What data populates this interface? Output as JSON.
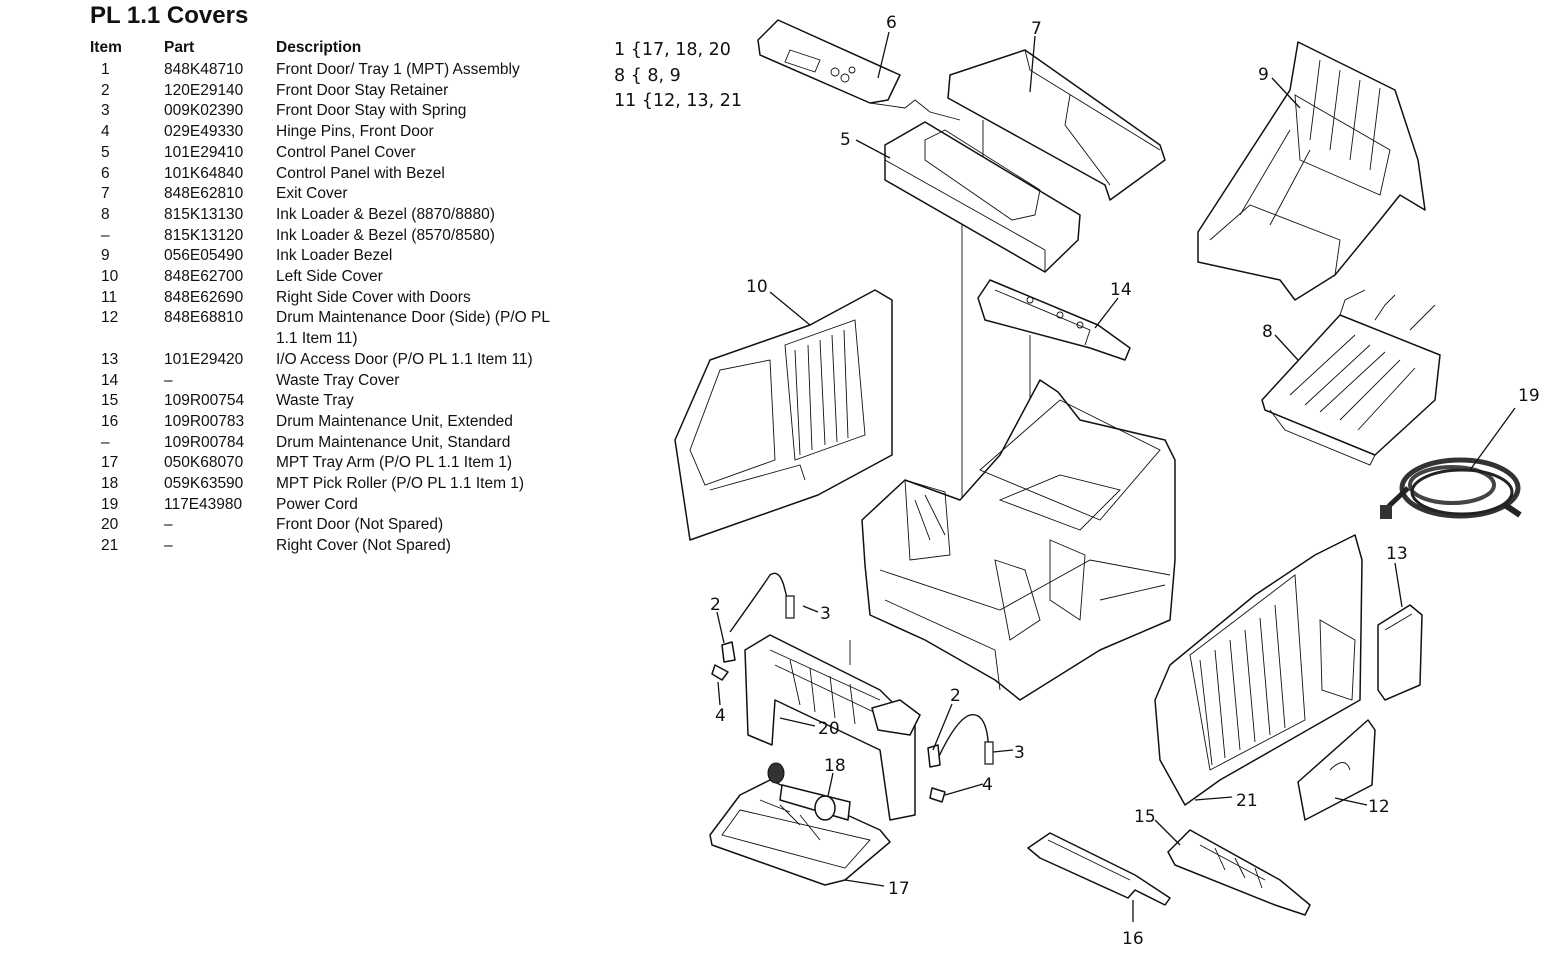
{
  "title": "PL 1.1 Covers",
  "table": {
    "headers": {
      "item": "Item",
      "part": "Part",
      "description": "Description"
    },
    "rows": [
      {
        "item": "1",
        "part": "848K48710",
        "description": "Front Door/ Tray 1 (MPT) Assembly"
      },
      {
        "item": "2",
        "part": "120E29140",
        "description": "Front Door Stay Retainer"
      },
      {
        "item": "3",
        "part": "009K02390",
        "description": "Front Door Stay with Spring"
      },
      {
        "item": "4",
        "part": "029E49330",
        "description": "Hinge Pins, Front Door"
      },
      {
        "item": "5",
        "part": "101E29410",
        "description": "Control Panel Cover"
      },
      {
        "item": "6",
        "part": "101K64840",
        "description": "Control Panel with Bezel"
      },
      {
        "item": "7",
        "part": "848E62810",
        "description": "Exit Cover"
      },
      {
        "item": "8",
        "part": "815K13130",
        "description": "Ink Loader & Bezel (8870/8880)"
      },
      {
        "item": "–",
        "part": "815K13120",
        "description": "Ink Loader & Bezel (8570/8580)"
      },
      {
        "item": "9",
        "part": "056E05490",
        "description": "Ink Loader Bezel"
      },
      {
        "item": "10",
        "part": "848E62700",
        "description": "Left Side Cover"
      },
      {
        "item": "11",
        "part": "848E62690",
        "description": "Right Side Cover with Doors"
      },
      {
        "item": "12",
        "part": "848E68810",
        "description": "Drum Maintenance Door (Side) (P/O PL 1.1 Item 11)"
      },
      {
        "item": "13",
        "part": "101E29420",
        "description": "I/O Access Door (P/O PL 1.1 Item 11)"
      },
      {
        "item": "14",
        "part": "–",
        "description": "Waste Tray Cover"
      },
      {
        "item": "15",
        "part": "109R00754",
        "description": "Waste Tray"
      },
      {
        "item": "16",
        "part": "109R00783",
        "description": "Drum Maintenance Unit, Extended"
      },
      {
        "item": "–",
        "part": "109R00784",
        "description": "Drum Maintenance Unit, Standard"
      },
      {
        "item": "17",
        "part": "050K68070",
        "description": "MPT Tray Arm (P/O PL 1.1 Item 1)"
      },
      {
        "item": "18",
        "part": "059K63590",
        "description": "MPT Pick Roller (P/O PL 1.1 Item 1)"
      },
      {
        "item": "19",
        "part": "117E43980",
        "description": "Power Cord"
      },
      {
        "item": "20",
        "part": "–",
        "description": "Front Door (Not Spared)"
      },
      {
        "item": "21",
        "part": "–",
        "description": "Right Cover (Not Spared)"
      }
    ]
  },
  "group_notes": [
    "1 {17, 18, 20",
    "8 { 8, 9",
    "11 {12, 13, 21"
  ],
  "callouts": {
    "c1": "6",
    "c2": "7",
    "c3": "9",
    "c4": "5",
    "c5": "10",
    "c6": "14",
    "c7": "8",
    "c8": "19",
    "c9": "2",
    "c10": "3",
    "c11": "4",
    "c12": "20",
    "c13": "2",
    "c14": "3",
    "c15": "4",
    "c16": "18",
    "c17": "17",
    "c18": "13",
    "c19": "21",
    "c20": "12",
    "c21": "15",
    "c22": "16"
  }
}
